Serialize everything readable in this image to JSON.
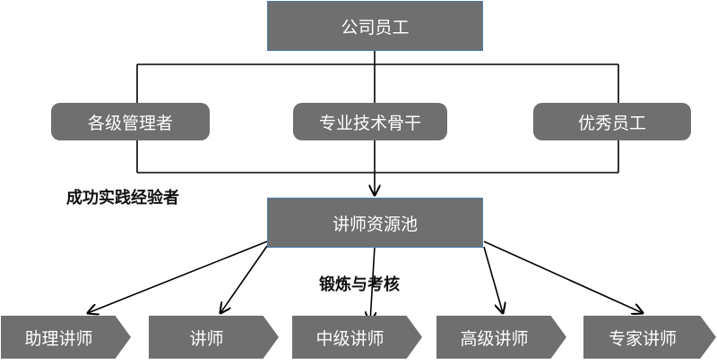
{
  "nodes": {
    "top": "公司员工",
    "managers": "各级管理者",
    "tech": "专业技术骨干",
    "excellent": "优秀员工",
    "pool": "讲师资源池"
  },
  "annotations": {
    "success": "成功实践经验者",
    "training": "锻炼与考核"
  },
  "levels": [
    "助理讲师",
    "讲师",
    "中级讲师",
    "高级讲师",
    "专家讲师"
  ],
  "colors": {
    "box_fill": "#6f6f6f",
    "box_border": "#4f7fb0",
    "line": "#000000"
  }
}
